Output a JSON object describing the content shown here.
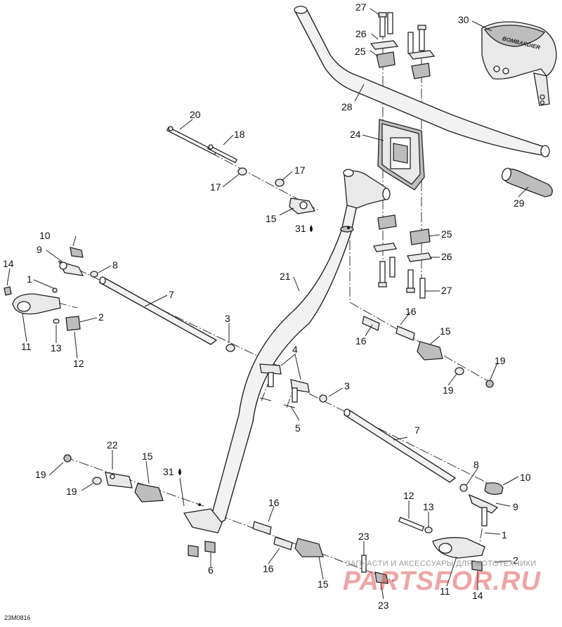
{
  "diagram": {
    "reference_code": "23M0816",
    "watermark_small": "ЗАПЧАСТИ И АКСЕССУАРЫ ДЛЯ МОТОТЕХНИКИ",
    "watermark_big": "PARTSFOR.RU",
    "grip_lettering": "BOMBARDIER",
    "lubricant_symbol": "💧",
    "callouts": {
      "c27a": "27",
      "c26a": "26",
      "c25a": "25",
      "c28": "28",
      "c30": "30",
      "c24": "24",
      "c29": "29",
      "c20": "20",
      "c18": "18",
      "c17a": "17",
      "c17b": "17",
      "c15a": "15",
      "c31a": "31",
      "c25b": "25",
      "c26b": "26",
      "c27b": "27",
      "c10a": "10",
      "c9a": "9",
      "c8a": "8",
      "c14a": "14",
      "c1a": "1",
      "c7a": "7",
      "c21": "21",
      "c2a": "2",
      "c11a": "11",
      "c13a": "13",
      "c12a": "12",
      "c3a": "3",
      "c16a": "16",
      "c16b": "16",
      "c15b": "15",
      "c19a": "19",
      "c19b": "19",
      "c4": "4",
      "c3b": "3",
      "c5": "5",
      "c7b": "7",
      "c22": "22",
      "c15c": "15",
      "c31b": "31",
      "c19c": "19",
      "c19d": "19",
      "c8b": "8",
      "c10b": "10",
      "c9b": "9",
      "c12b": "12",
      "c13b": "13",
      "c16c": "16",
      "c1b": "1",
      "c23a": "23",
      "c2b": "2",
      "c16d": "16",
      "c6": "6",
      "c15d": "15",
      "c11b": "11",
      "c14b": "14",
      "c23b": "23"
    }
  }
}
